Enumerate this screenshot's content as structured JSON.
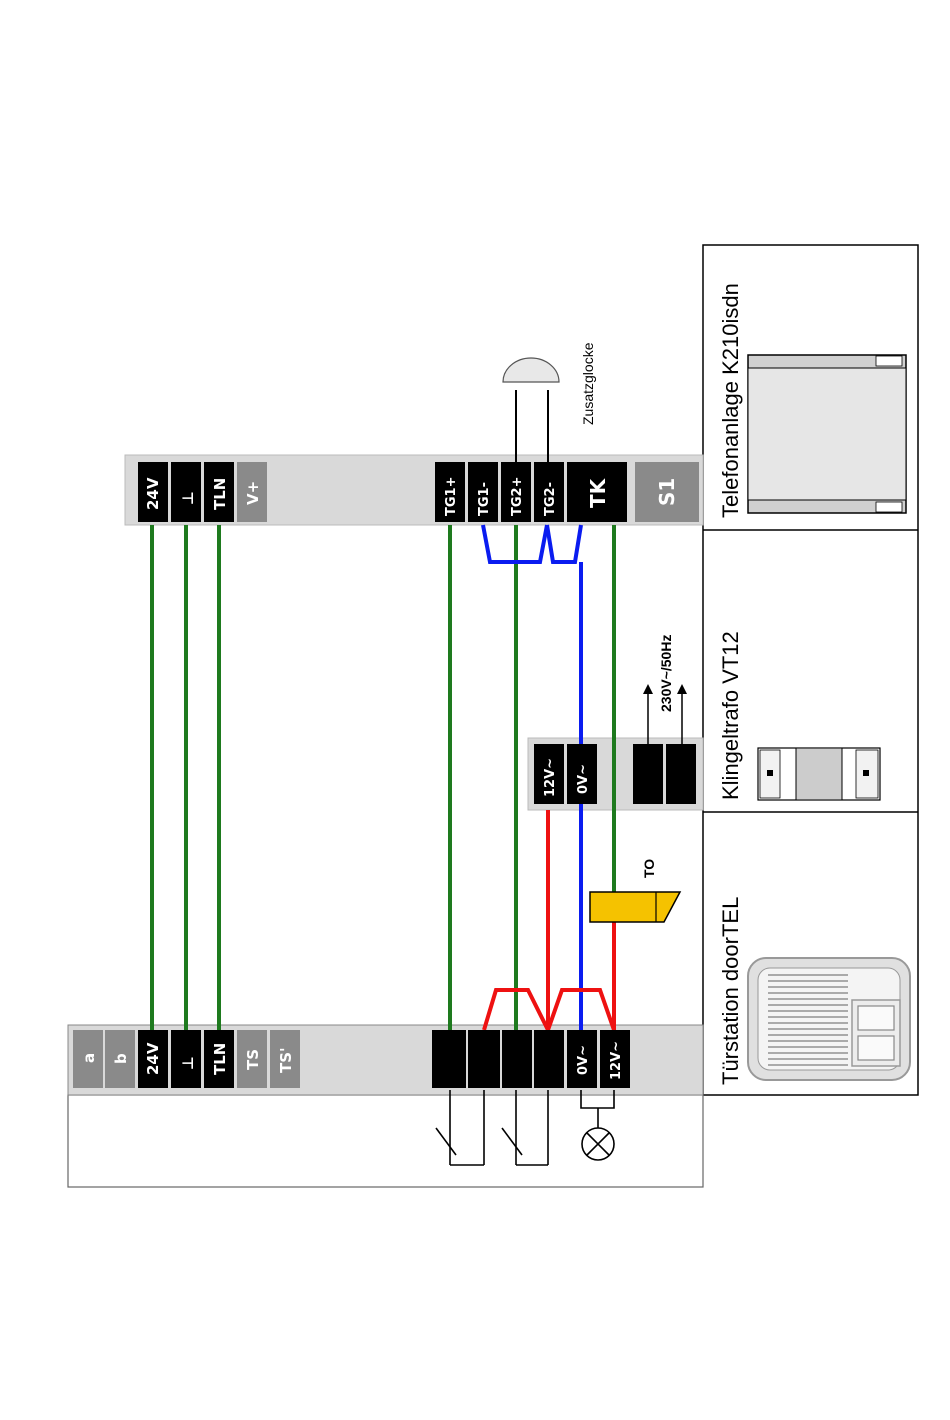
{
  "colors": {
    "wire_green": "#1e7a1e",
    "wire_blue": "#0a1cf0",
    "wire_red": "#ee1111",
    "wire_black": "#000000",
    "terminal_black": "#000000",
    "terminal_grey": "#8a8a8a",
    "strip_grey": "#d9d9d9",
    "door_opener_yellow": "#f5c200"
  },
  "door_station": {
    "title": "Türstation doorTEL",
    "terminals": [
      "a",
      "b",
      "24V",
      "⊥",
      "TLN",
      "TS",
      "TS'",
      "",
      "",
      "",
      "",
      "0V~",
      "12V~"
    ]
  },
  "telephone_system": {
    "title": "Telefonanlage K210isdn",
    "terminals": [
      "24V",
      "⊥",
      "TLN",
      "V+",
      "TG1+",
      "TG1-",
      "TG2+",
      "TG2-",
      "TK",
      "S1"
    ]
  },
  "bell_transformer": {
    "title": "Klingeltrafo VT12",
    "terminals": [
      "12V~",
      "0V~",
      "",
      ""
    ],
    "mains_label": "230V~/50Hz"
  },
  "extra_bell": {
    "label": "Zusatzglocke"
  },
  "door_opener": {
    "label": "TO"
  }
}
